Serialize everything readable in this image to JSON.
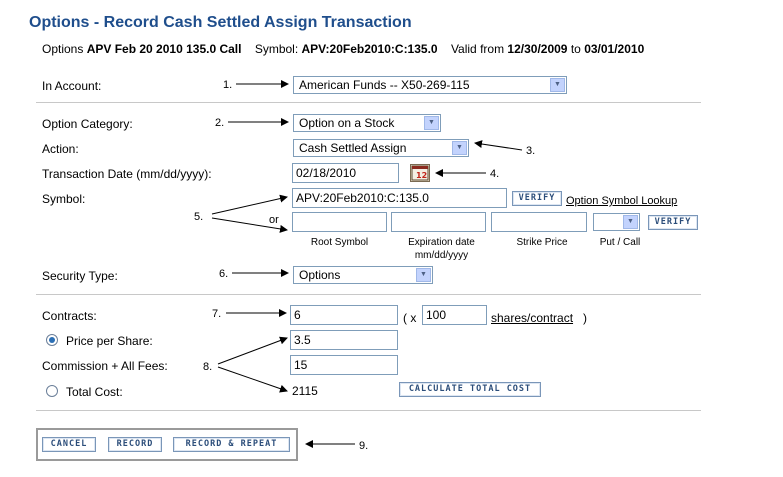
{
  "page": {
    "title": "Options - Record Cash Settled Assign Transaction"
  },
  "info": {
    "prefix": "Options",
    "option_name": "APV Feb 20 2010 135.0 Call",
    "symbol_label": "Symbol:",
    "symbol_value": "APV:20Feb2010:C:135.0",
    "valid_from_label": "Valid from",
    "valid_from": "12/30/2009",
    "to_label": "to",
    "valid_to": "03/01/2010"
  },
  "form": {
    "account_label": "In Account:",
    "account_value": "American Funds -- X50-269-115",
    "category_label": "Option Category:",
    "category_value": "Option on a Stock",
    "action_label": "Action:",
    "action_value": "Cash Settled Assign",
    "date_label": "Transaction Date (mm/dd/yyyy):",
    "date_value": "02/18/2010",
    "symbol_label": "Symbol:",
    "symbol_value": "APV:20Feb2010:C:135.0",
    "verify_label": "VERIFY",
    "lookup_label": "Option Symbol Lookup",
    "or_label": "or",
    "root_symbol_label": "Root Symbol",
    "expiration_label": "Expiration date",
    "expiration_format": "mm/dd/yyyy",
    "strike_label": "Strike Price",
    "put_call_label": "Put / Call",
    "verify2_label": "VERIFY",
    "security_type_label": "Security Type:",
    "security_type_value": "Options",
    "contracts_label": "Contracts:",
    "contracts_value": "6",
    "paren_open": "( x",
    "multiplier_value": "100",
    "shares_contract_label": "shares/contract",
    "paren_close": ")",
    "price_label": "Price per Share:",
    "price_value": "3.5",
    "commission_label": "Commission + All Fees:",
    "commission_value": "15",
    "total_label": "Total Cost:",
    "total_value": "2115",
    "calculate_label": "CALCULATE TOTAL COST"
  },
  "buttons": {
    "cancel": "CANCEL",
    "record": "RECORD",
    "record_repeat": "RECORD & REPEAT"
  },
  "callouts": {
    "n1": "1.",
    "n2": "2.",
    "n3": "3.",
    "n4": "4.",
    "n5": "5.",
    "n6": "6.",
    "n7": "7.",
    "n8": "8.",
    "n9": "9."
  },
  "icons": {
    "dropdown": "chevron-down-icon",
    "calendar": "calendar-icon"
  },
  "colors": {
    "title": "#1f4e8c",
    "button_text": "#2b4d7a",
    "select_arrow_bg": "#c3d3fd"
  }
}
